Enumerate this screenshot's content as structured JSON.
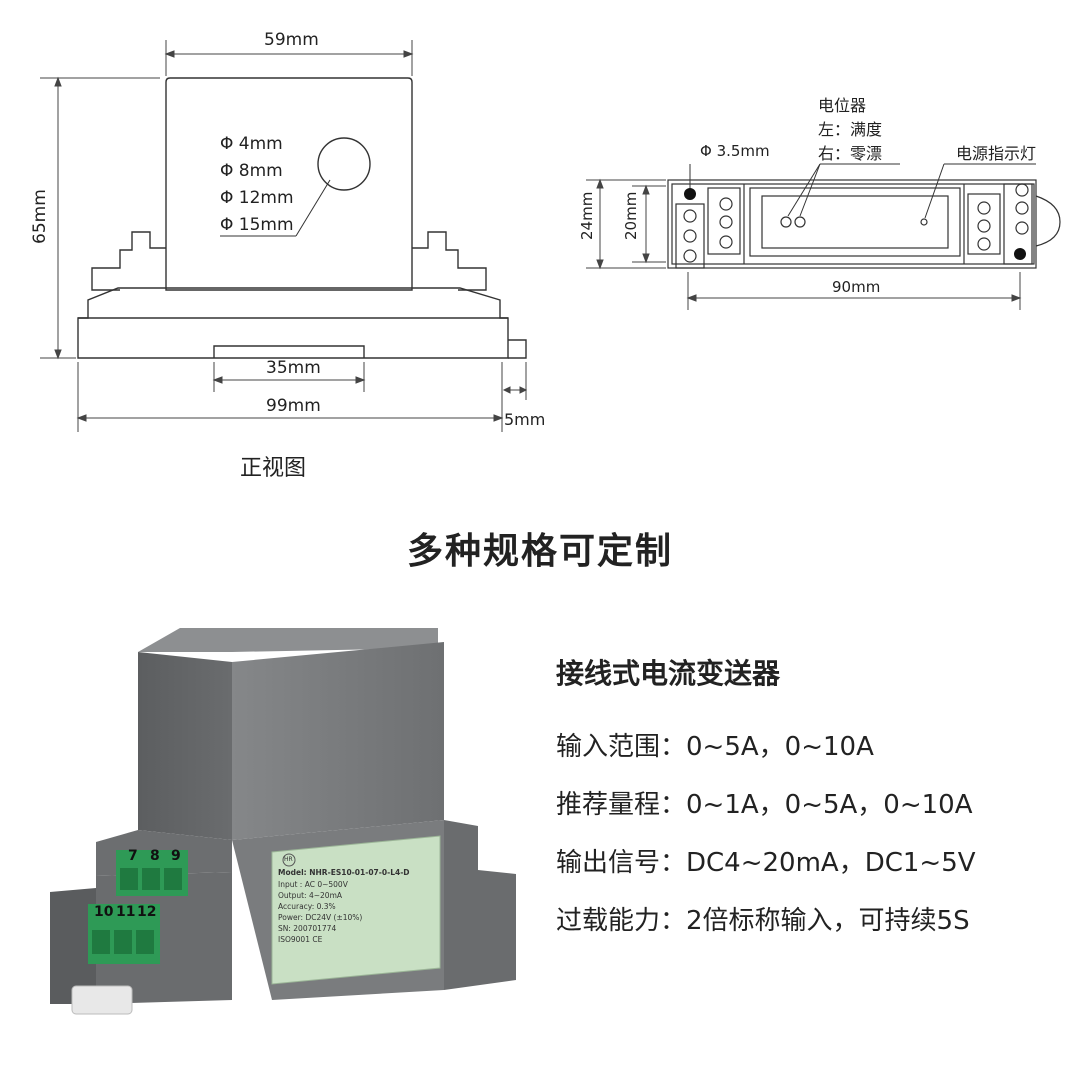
{
  "front_view": {
    "caption": "正视图",
    "width_top": "59mm",
    "height": "65mm",
    "rail_width": "35mm",
    "total_width": "99mm",
    "clip_width": "5mm",
    "holes": [
      "Φ 4mm",
      "Φ 8mm",
      "Φ 12mm",
      "Φ 15mm"
    ]
  },
  "side_view": {
    "potentiometer": "电位器",
    "left_label": "左：满度",
    "right_label": "右：零漂",
    "indicator": "电源指示灯",
    "hole": "Φ 3.5mm",
    "height_outer": "24mm",
    "height_inner": "20mm",
    "length": "90mm"
  },
  "headline": "多种规格可定制",
  "specs": {
    "title": "接线式电流变送器",
    "lines": [
      "输入范围：0~5A，0~10A",
      "推荐量程：0~1A，0~5A，0~10A",
      "输出信号：DC4~20mA，DC1~5V",
      "过载能力：2倍标称输入，可持续5S"
    ]
  },
  "product": {
    "terminals_top": [
      "7",
      "8",
      "9"
    ],
    "terminals_bottom": [
      "10",
      "11",
      "12"
    ],
    "label_lines": [
      "Model: NHR-ES10-01-07-0-L4-D",
      "Input : AC 0~500V",
      "Output:  4~20mA",
      "Accuracy:  0.3%",
      "Power:  DC24V (±10%)",
      "SN: 200701774",
      "ISO9001 CE"
    ],
    "logo": "HR"
  },
  "colors": {
    "housing": "#7c7e80",
    "housing_dark": "#5f6163",
    "terminal": "#2e9a56",
    "label_bg": "#c9e0c4"
  }
}
